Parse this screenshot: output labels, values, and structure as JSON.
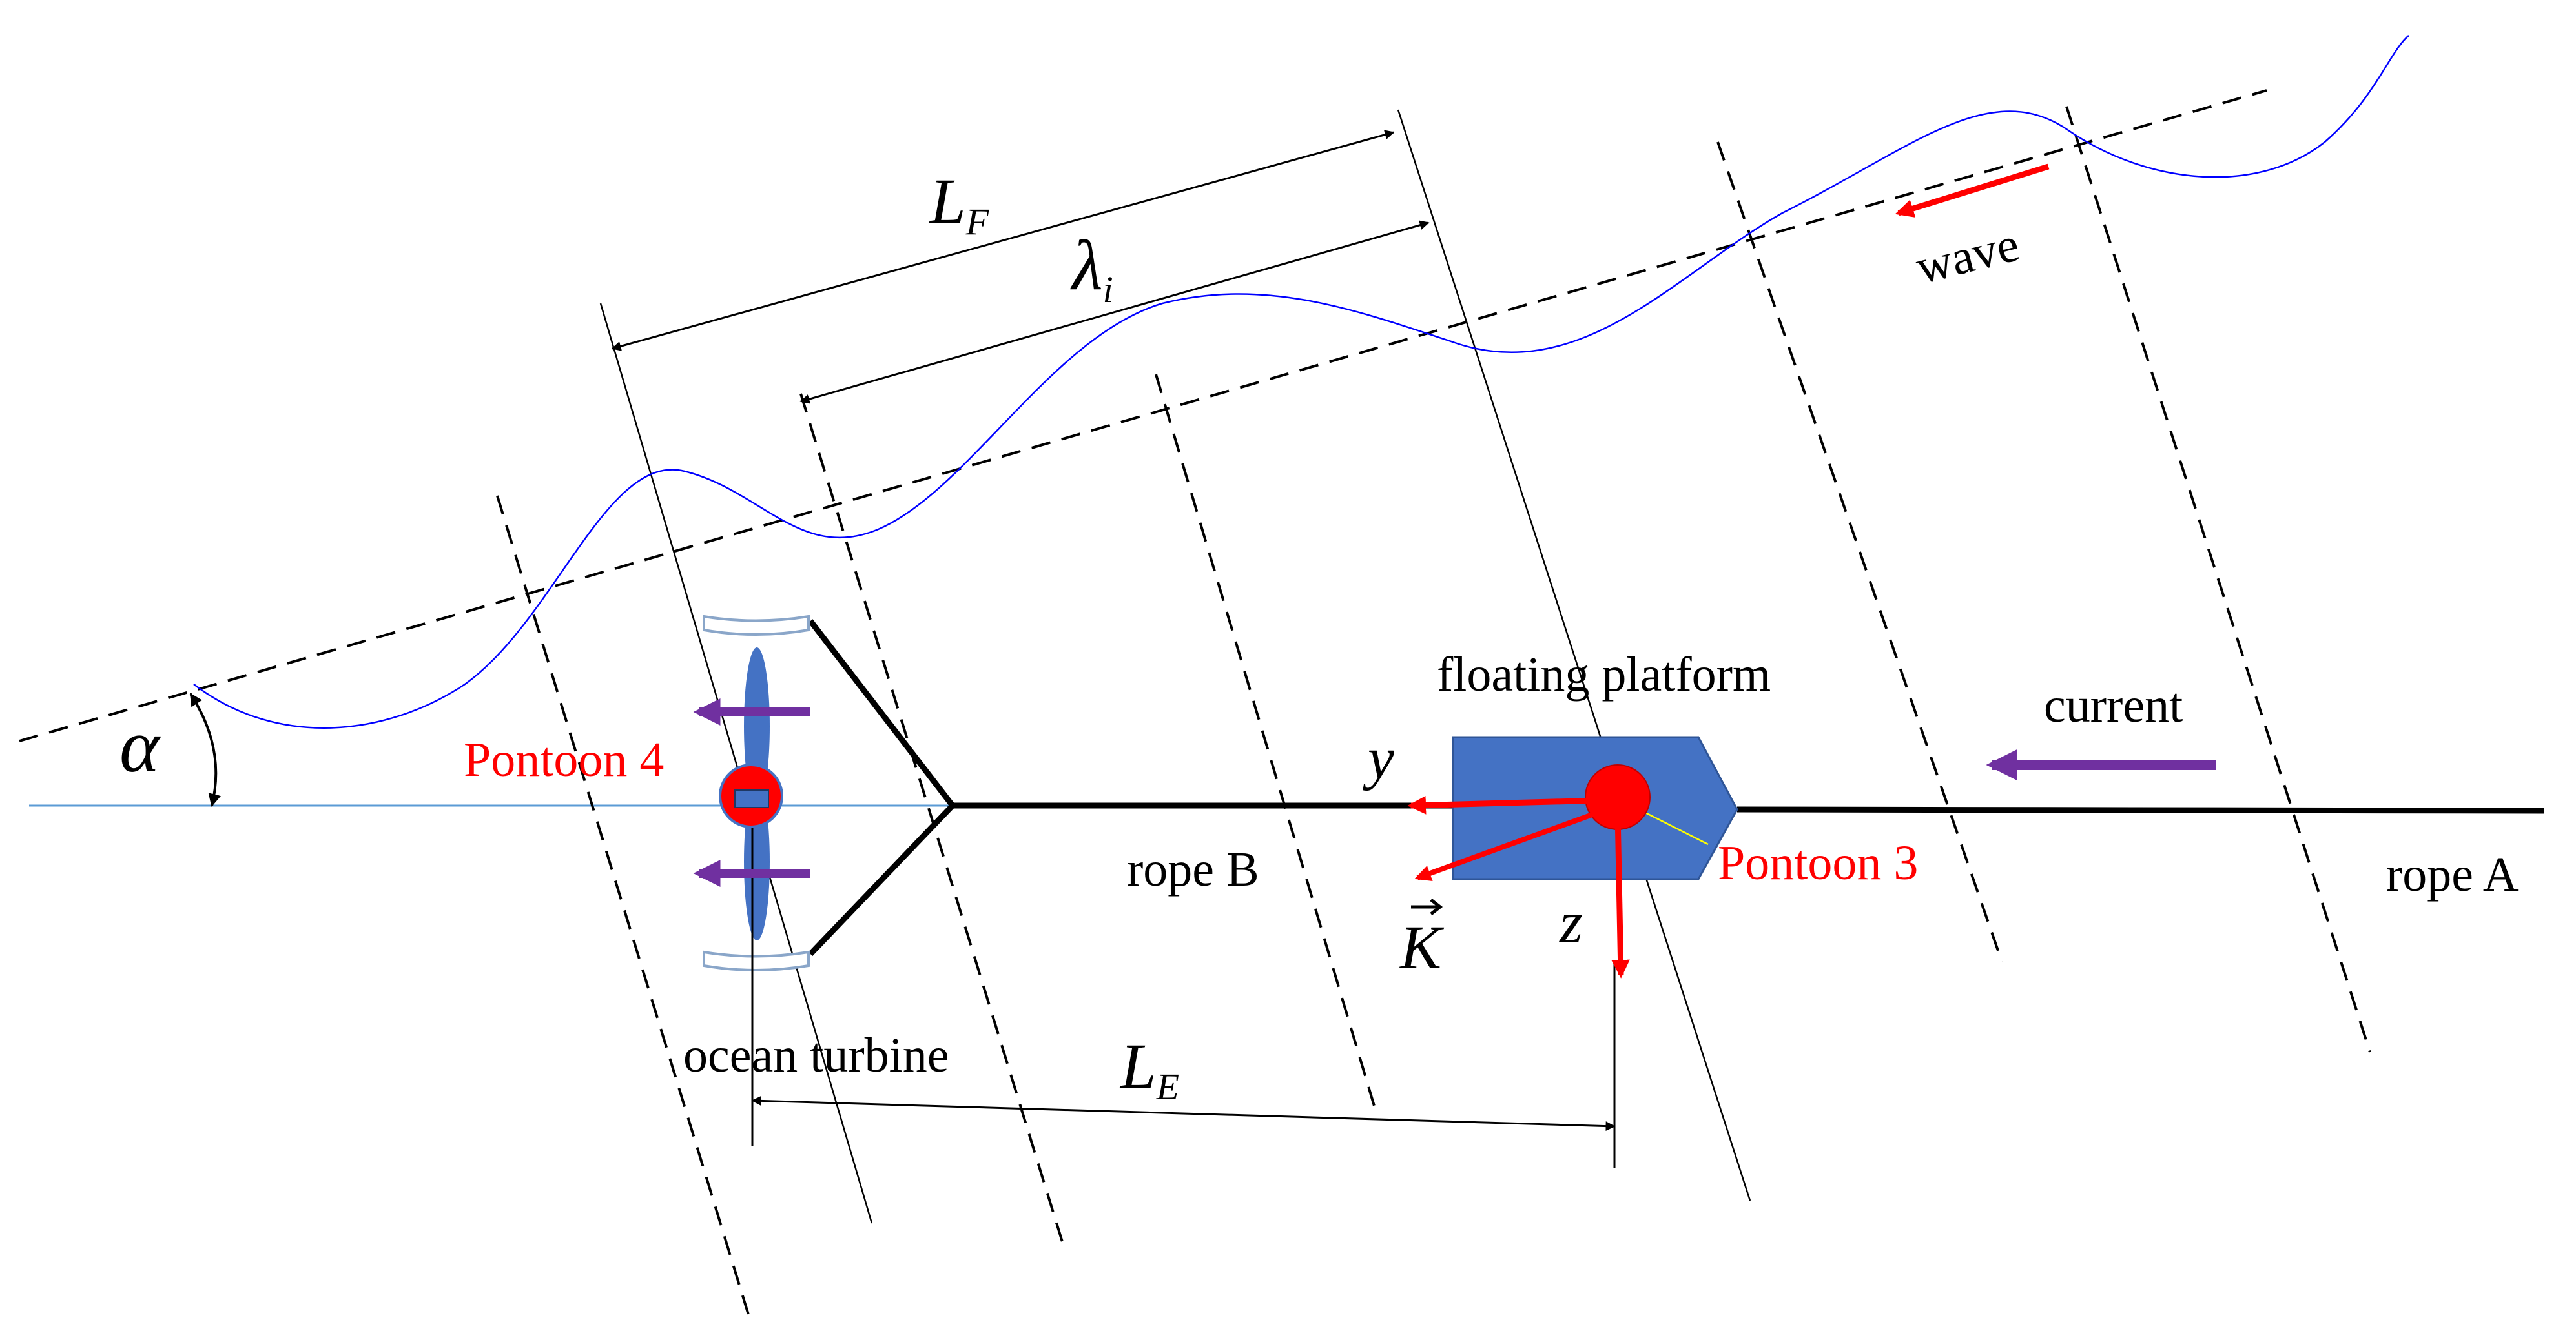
{
  "labels": {
    "alpha": "α",
    "lf_main": "L",
    "lf_sub": "F",
    "lambda_main": "λ",
    "lambda_sub": "i",
    "le_main": "L",
    "le_sub": "E",
    "wave": "wave",
    "floating_platform": "floating platform",
    "current": "current",
    "pontoon4": "Pontoon 4",
    "pontoon3": "Pontoon 3",
    "rope_b": "rope B",
    "rope_a": "rope A",
    "axis_y": "y",
    "axis_z": "z",
    "axis_k": "K",
    "ocean_turbine": "ocean turbine"
  },
  "colors": {
    "force_arrow": "#ff0000",
    "current_arrow": "#7030a0",
    "platform_fill": "#4472c4",
    "wave_curve": "#0000ff",
    "pontoon_red": "#ff0000",
    "waterline": "#5b9bd5",
    "rope": "#000000"
  }
}
